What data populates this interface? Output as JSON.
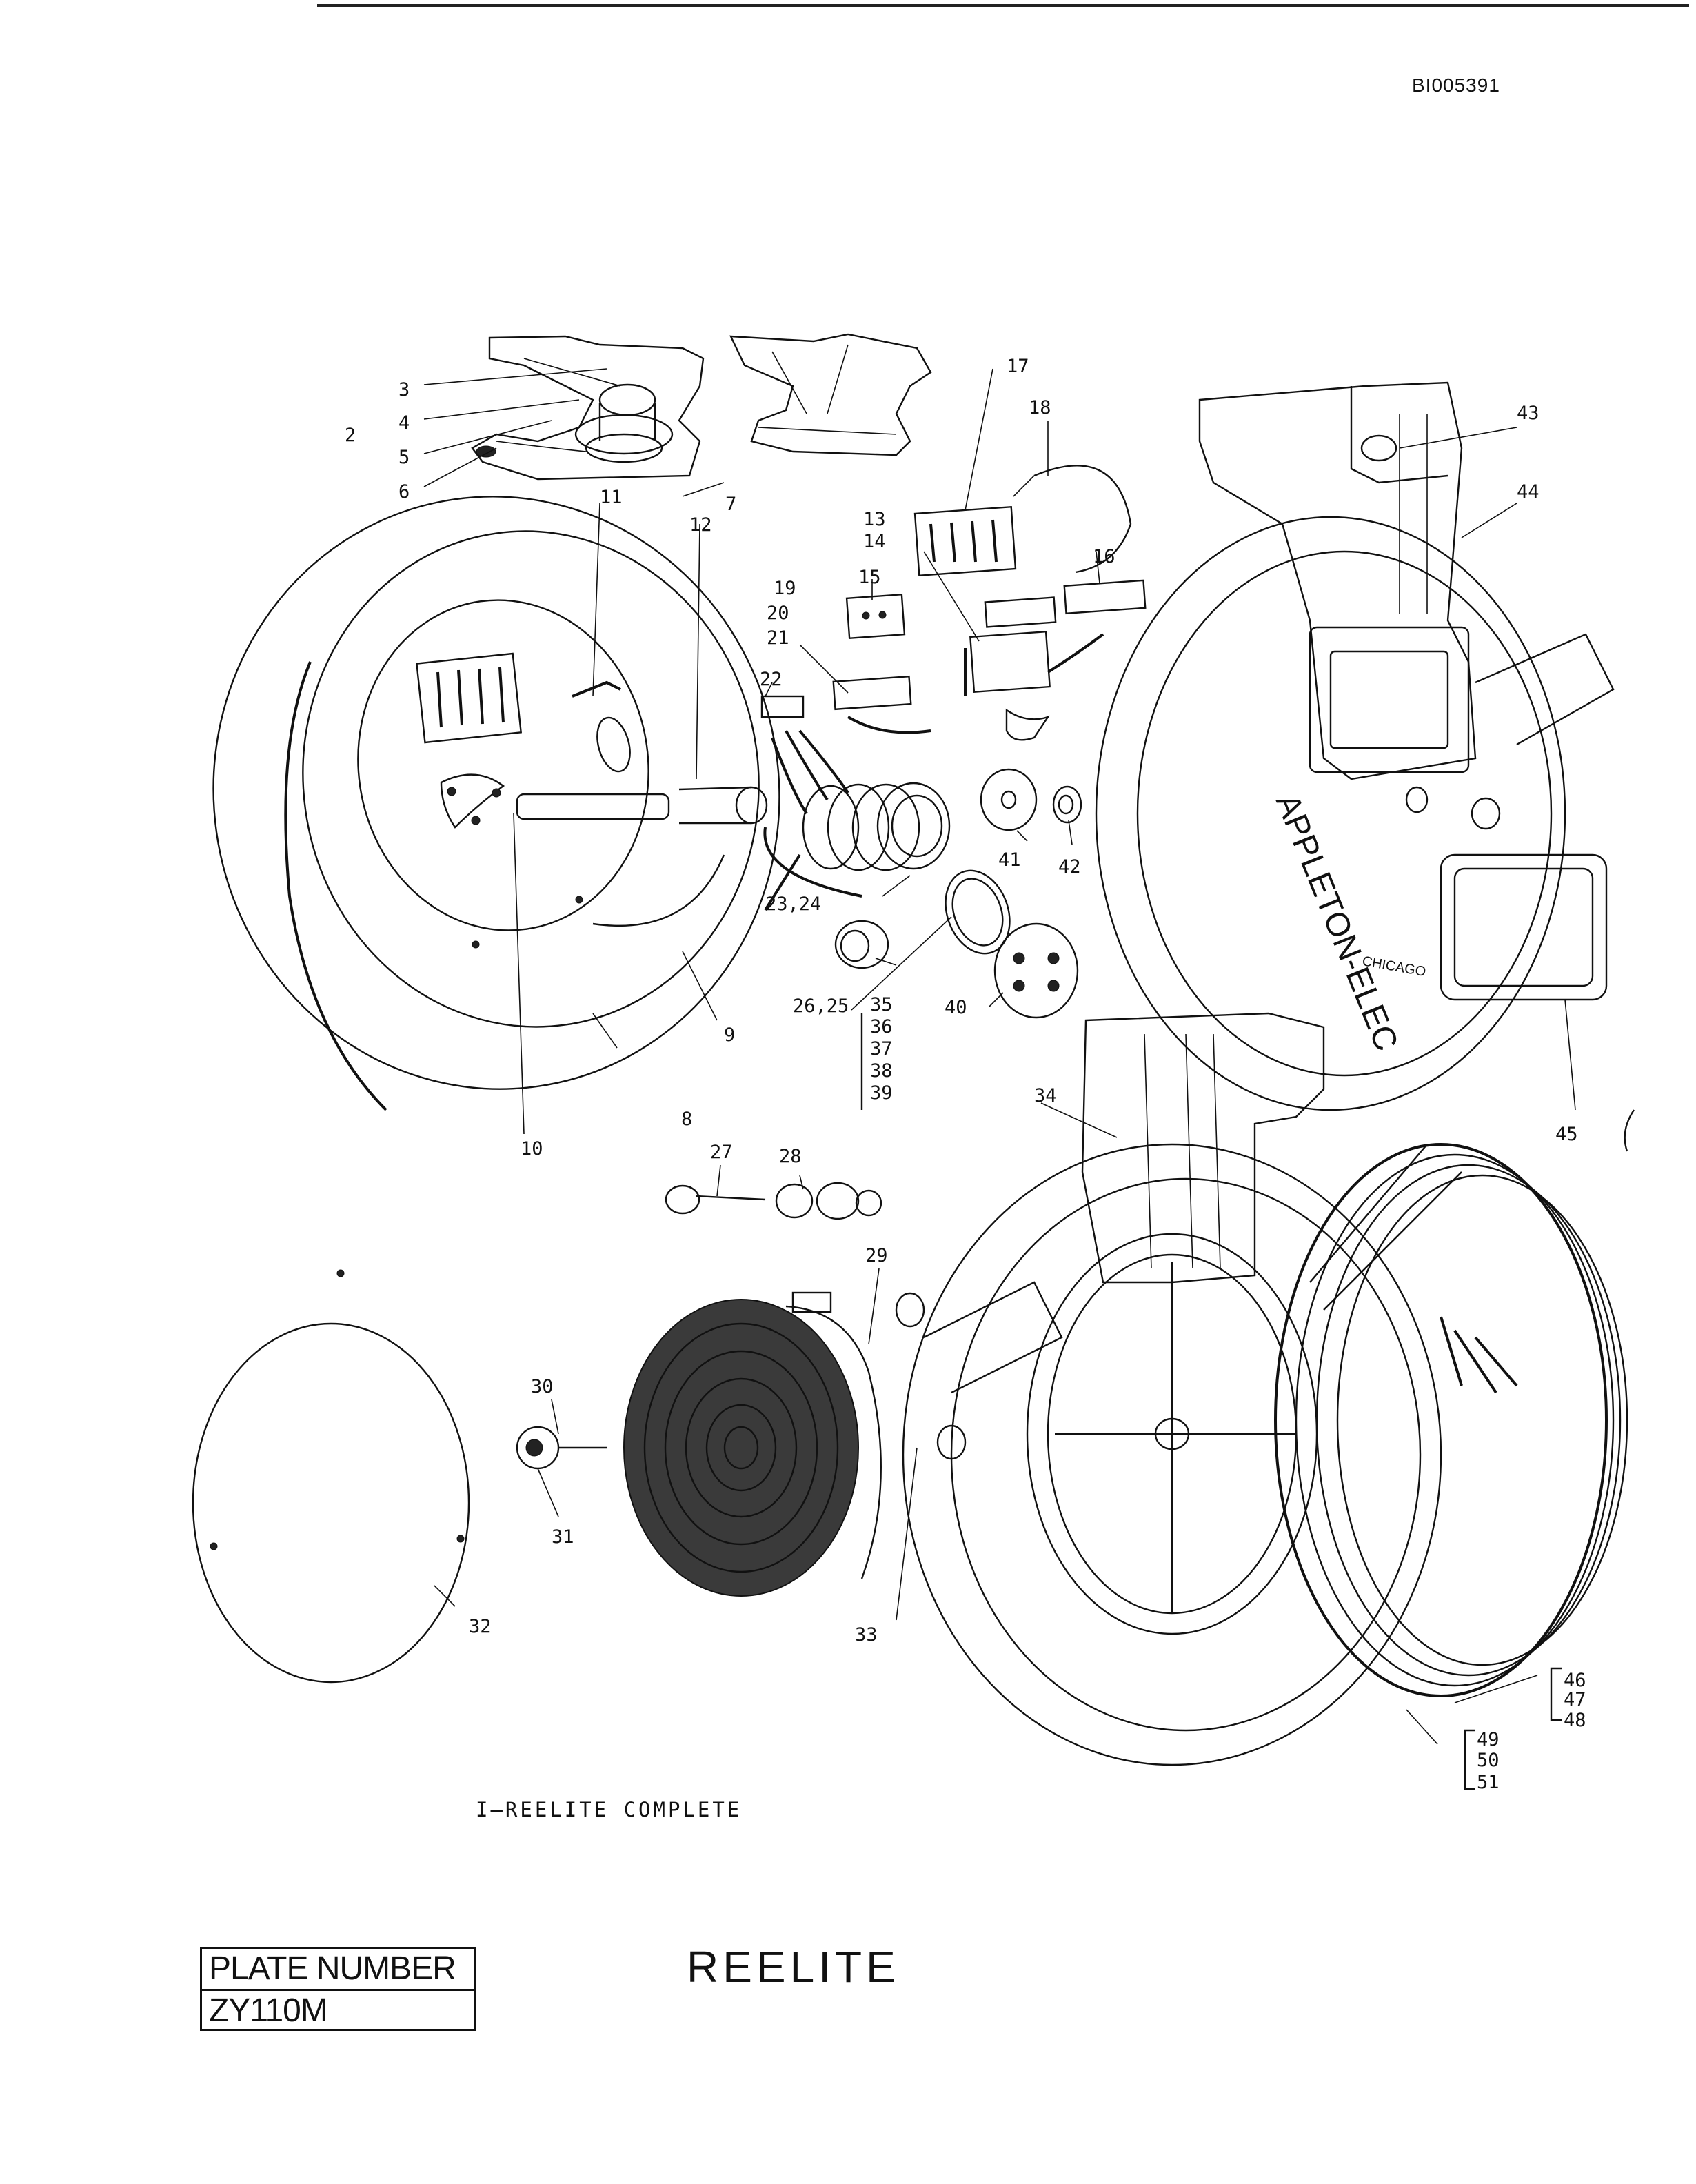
{
  "document": {
    "id": "BI005391",
    "caption": "I—REELITE  COMPLETE",
    "title": "REELITE",
    "plate": {
      "label": "PLATE NUMBER",
      "number": "ZY110M"
    }
  },
  "diagram": {
    "callouts": [
      "2",
      "3",
      "4",
      "5",
      "6",
      "7",
      "8",
      "9",
      "10",
      "11",
      "12",
      "13",
      "14",
      "15",
      "16",
      "17",
      "18",
      "19",
      "20",
      "21",
      "22",
      "23,24",
      "26,25",
      "27",
      "28",
      "29",
      "30",
      "31",
      "32",
      "33",
      "34",
      "35",
      "36",
      "37",
      "38",
      "39",
      "40",
      "41",
      "42",
      "43",
      "44",
      "45",
      "46",
      "47",
      "48",
      "49",
      "50",
      "51"
    ],
    "housing_lettering": {
      "brand": "APPLETON-ELEC",
      "city": "CHICAGO"
    }
  }
}
